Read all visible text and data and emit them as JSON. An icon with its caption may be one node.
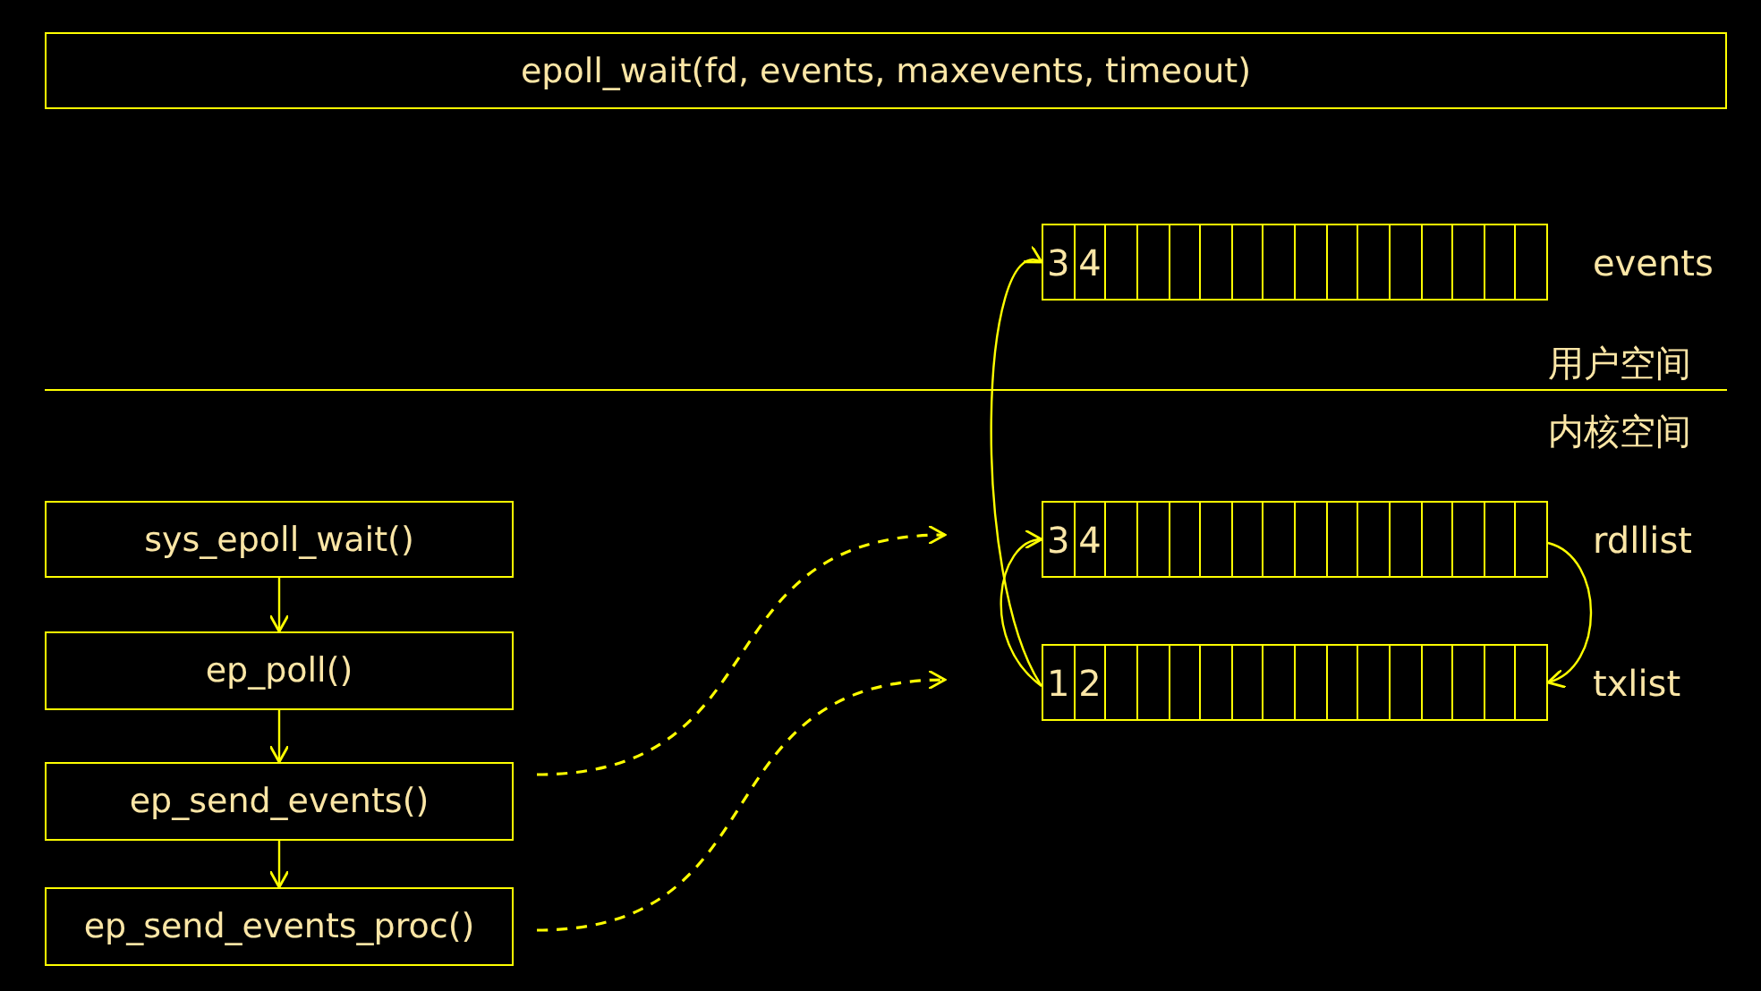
{
  "diagram": {
    "nodes": [
      {
        "text": [
          "epoll_wait(fd, events, maxevents, timeout)"
        ]
      },
      {
        "text": [
          "3",
          "4"
        ],
        "beside": [
          "events"
        ]
      },
      {
        "text": [
          "3",
          "4"
        ],
        "beside": [
          "rdllist"
        ]
      },
      {
        "text": [
          "1",
          "2"
        ],
        "beside": [
          "txlist"
        ]
      },
      {
        "text": [
          "sys_epoll_wait()"
        ]
      },
      {
        "text": [
          "ep_poll()"
        ]
      },
      {
        "text": [
          "ep_send_events()"
        ]
      },
      {
        "text": [
          "ep_send_events_proc()"
        ]
      }
    ],
    "edges": [
      {
        "from": 4,
        "to": 5,
        "arrow": "to"
      },
      {
        "from": 5,
        "to": 6,
        "arrow": "to"
      },
      {
        "from": 6,
        "to": 7,
        "arrow": "to"
      },
      {
        "from": 6,
        "to": null,
        "arrow": "to",
        "style": "dashed"
      },
      {
        "from": 7,
        "to": null,
        "arrow": "to",
        "style": "dashed"
      },
      {
        "from": 3,
        "to": 1,
        "arrow": "to"
      },
      {
        "from": 3,
        "to": 2,
        "arrow": "to"
      },
      {
        "from": 2,
        "to": 3,
        "arrow": "to"
      }
    ],
    "labels": [
      "用户空间",
      "内核空间"
    ]
  }
}
